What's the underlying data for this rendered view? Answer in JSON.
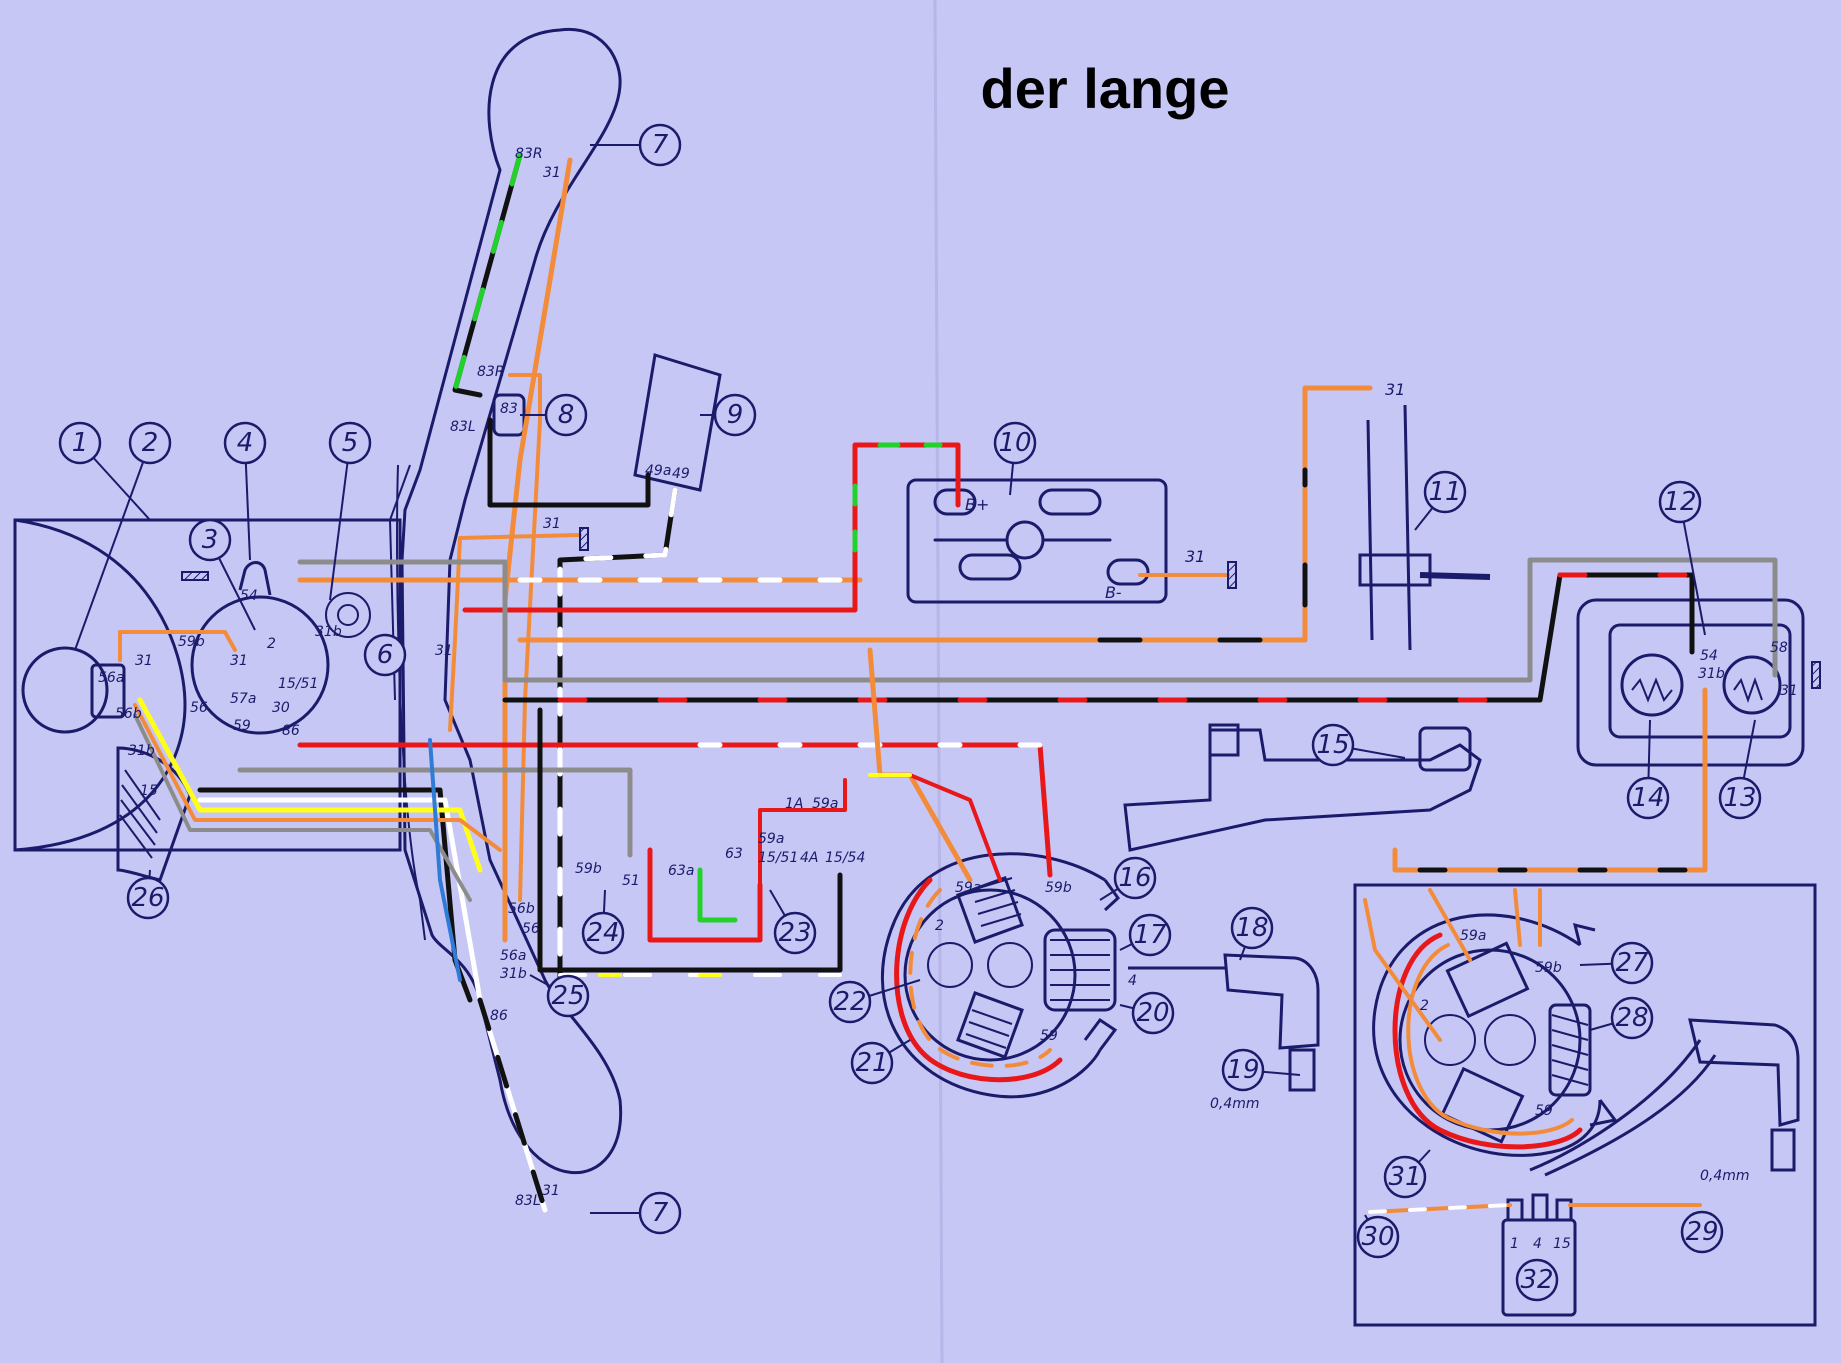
{
  "title": "der lange",
  "colors": {
    "background": "#c7c7f5",
    "ink": "#1b1b6b",
    "title_text": "#000000"
  },
  "wire_colors": {
    "orange": "#f28c3a",
    "red": "#e8181a",
    "green": "#22d12a",
    "black": "#111111",
    "white": "#ffffff",
    "grey": "#8c8c8c",
    "yellow": "#ffff1a",
    "blue": "#2f7bd6"
  },
  "component_numbers": [
    "1",
    "2",
    "3",
    "4",
    "5",
    "6",
    "7",
    "7",
    "8",
    "9",
    "10",
    "11",
    "12",
    "13",
    "14",
    "15",
    "16",
    "17",
    "18",
    "19",
    "20",
    "21",
    "22",
    "23",
    "24",
    "25",
    "26",
    "27",
    "28",
    "29",
    "30",
    "31",
    "32"
  ],
  "terminal_labels": {
    "headlight": [
      "56a",
      "56b",
      "31"
    ],
    "speedo": [
      "31b",
      "15"
    ],
    "switch": [
      "59b",
      "31",
      "54",
      "2",
      "31b",
      "15/51",
      "57a",
      "30",
      "56",
      "59",
      "86"
    ],
    "tail_top": [
      "83R",
      "31"
    ],
    "flasher_switch": [
      "83R",
      "83L",
      "83"
    ],
    "flasher_relay": [
      "49a",
      "49"
    ],
    "battery": [
      "B+",
      "B-",
      "31"
    ],
    "ground_top": [
      "31"
    ],
    "horn_bracket": [
      "31"
    ],
    "brake_light": [
      "54",
      "58",
      "31b",
      "31"
    ],
    "regulator": [
      "59b",
      "51",
      "63a",
      "63"
    ],
    "fuse_box": [
      "1A",
      "59a",
      "59a",
      "15/51",
      "4A",
      "15/54"
    ],
    "handlebar_switch": [
      "56b",
      "56",
      "56a",
      "31b",
      "86"
    ],
    "ground_31": [
      "31"
    ],
    "tail_bottom": [
      "83L",
      "31"
    ],
    "generator": [
      "59a",
      "59b",
      "2",
      "59",
      "4"
    ],
    "ignition_coil": [
      "1",
      "4",
      "15"
    ],
    "generator2": [
      "59a",
      "59b",
      "2",
      "59"
    ],
    "spark_gap1": "0,4mm",
    "spark_gap2": "0,4mm"
  }
}
